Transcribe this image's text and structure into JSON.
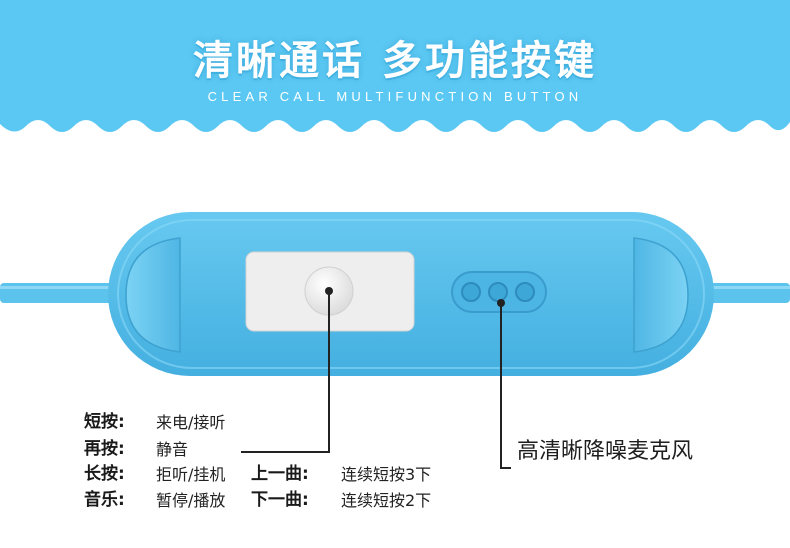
{
  "header": {
    "title": "清晰通话 多功能按键",
    "subtitle": "CLEAR CALL MULTIFUNCTION BUTTON"
  },
  "colors": {
    "banner": "#5ac8f2",
    "body": "#5bc0ea",
    "body_dark": "#3fa7d6",
    "button_pad": "#eeeeee",
    "line": "#222222"
  },
  "functions": [
    {
      "key": "短按:",
      "value": "来电/接听"
    },
    {
      "key": "再按:",
      "value": "静音"
    },
    {
      "key": "长按:",
      "value": "拒听/挂机"
    },
    {
      "key": "音乐:",
      "value": "暂停/播放"
    }
  ],
  "tracks": [
    {
      "key": "上一曲:",
      "value": "连续短按3下"
    },
    {
      "key": "下一曲:",
      "value": "连续短按2下"
    }
  ],
  "mic_label": "高清晰降噪麦克风"
}
